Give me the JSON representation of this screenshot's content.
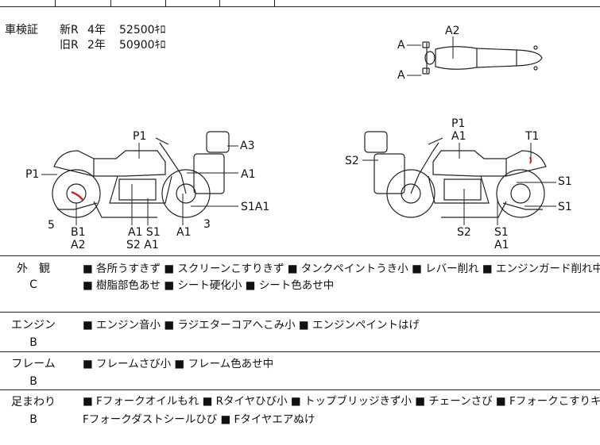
{
  "inspection": {
    "label": "車検証",
    "new_r": "新R",
    "new_years": "4年",
    "new_price": "52500ｷﾛ",
    "old_r": "旧R",
    "old_years": "2年",
    "old_price": "50900ｷﾛ"
  },
  "diagram_labels": {
    "top_view": {
      "a_upper": "A",
      "a_lower": "A",
      "a2": "A2"
    },
    "left_view": {
      "p1_top": "P1",
      "a3": "A3",
      "p1_left": "P1",
      "a1_right": "A1",
      "s1a1": "S1A1",
      "five": "5",
      "three": "3",
      "b1": "B1",
      "a2": "A2",
      "a1_s1": "A1 S1",
      "s2_a1": "S2 A1",
      "a1_bottom": "A1"
    },
    "right_view": {
      "p1": "P1",
      "a1": "A1",
      "t1": "T1",
      "s2_left": "S2",
      "s1_upper": "S1",
      "s1_lower": "S1",
      "s2_bottom": "S2",
      "s1_bottom": "S1",
      "a1_bottom": "A1"
    }
  },
  "conditions": [
    {
      "category": "外　観",
      "grade": "C",
      "line1": "■ 各所うすきず ■ スクリーンこすりきず ■ タンクペイントうき小 ■ レバー削れ ■ エンジンガード削れ中",
      "line2": "■ 樹脂部色あせ ■ シート硬化小 ■ シート色あせ中"
    },
    {
      "category": "エンジン",
      "grade": "B",
      "line1": "■ エンジン音小 ■ ラジエターコアへこみ小 ■ エンジンペイントはげ",
      "line2": ""
    },
    {
      "category": "フレーム",
      "grade": "B",
      "line1": "■ フレームさび小 ■ フレーム色あせ中",
      "line2": ""
    },
    {
      "category": "足まわり",
      "grade": "B",
      "line1": "■ Fフォークオイルもれ ■ Rタイヤひび小 ■ トップブリッジきず小 ■ チェーンさび ■ Fフォークこすりキズ ■",
      "line2": "Fフォークダストシールひび ■ Fタイヤエアぬけ"
    }
  ],
  "colors": {
    "damage_mark": "#d42020",
    "line": "#222222"
  }
}
